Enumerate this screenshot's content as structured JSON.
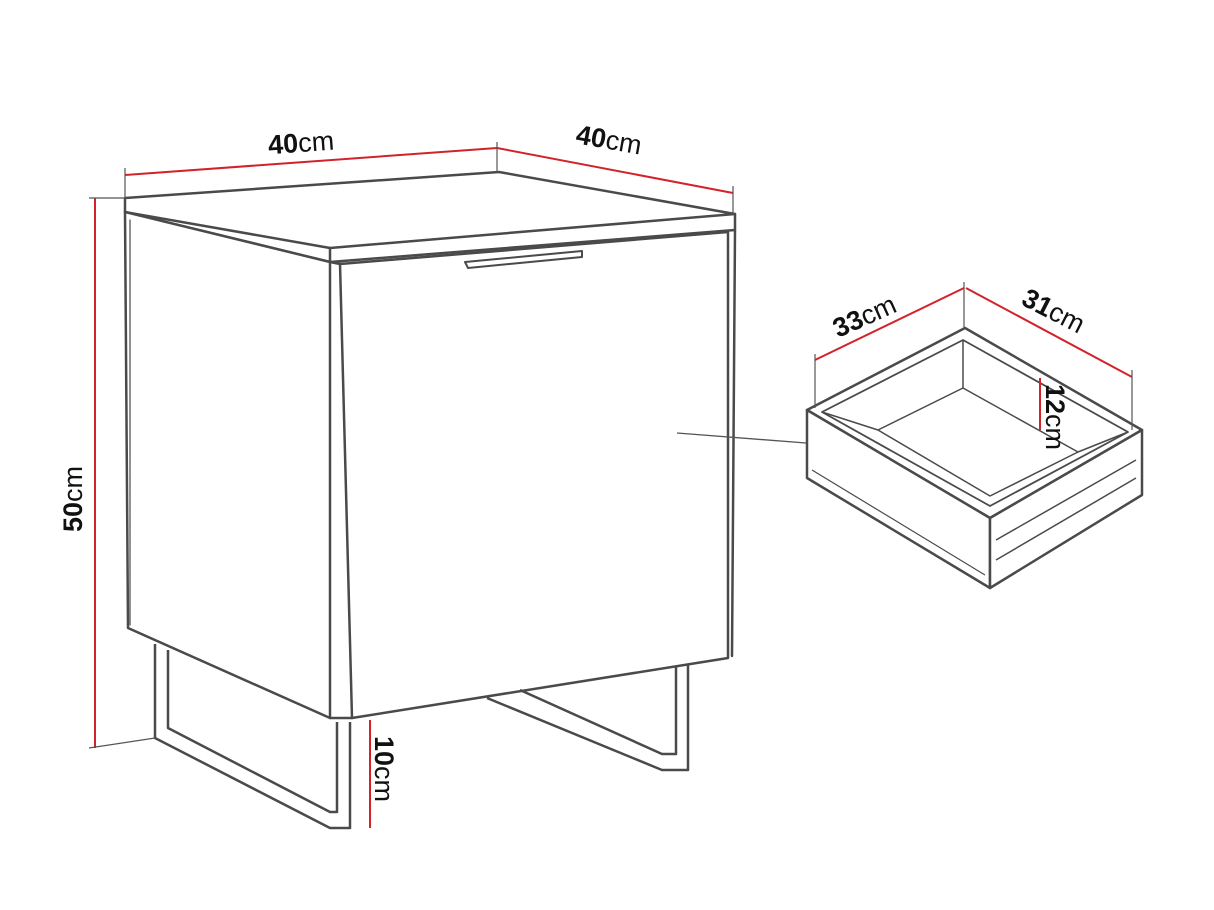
{
  "colors": {
    "outline": "#4a4a4a",
    "dimension_line": "#d2232a",
    "guide_line": "#555555",
    "text": "#111111",
    "background": "#ffffff"
  },
  "dimensions": {
    "width": {
      "value": "40",
      "unit": "cm"
    },
    "depth": {
      "value": "40",
      "unit": "cm"
    },
    "height": {
      "value": "50",
      "unit": "cm"
    },
    "leg_height": {
      "value": "10",
      "unit": "cm"
    },
    "drawer_width": {
      "value": "33",
      "unit": "cm"
    },
    "drawer_depth": {
      "value": "31",
      "unit": "cm"
    },
    "drawer_height": {
      "value": "12",
      "unit": "cm"
    }
  }
}
